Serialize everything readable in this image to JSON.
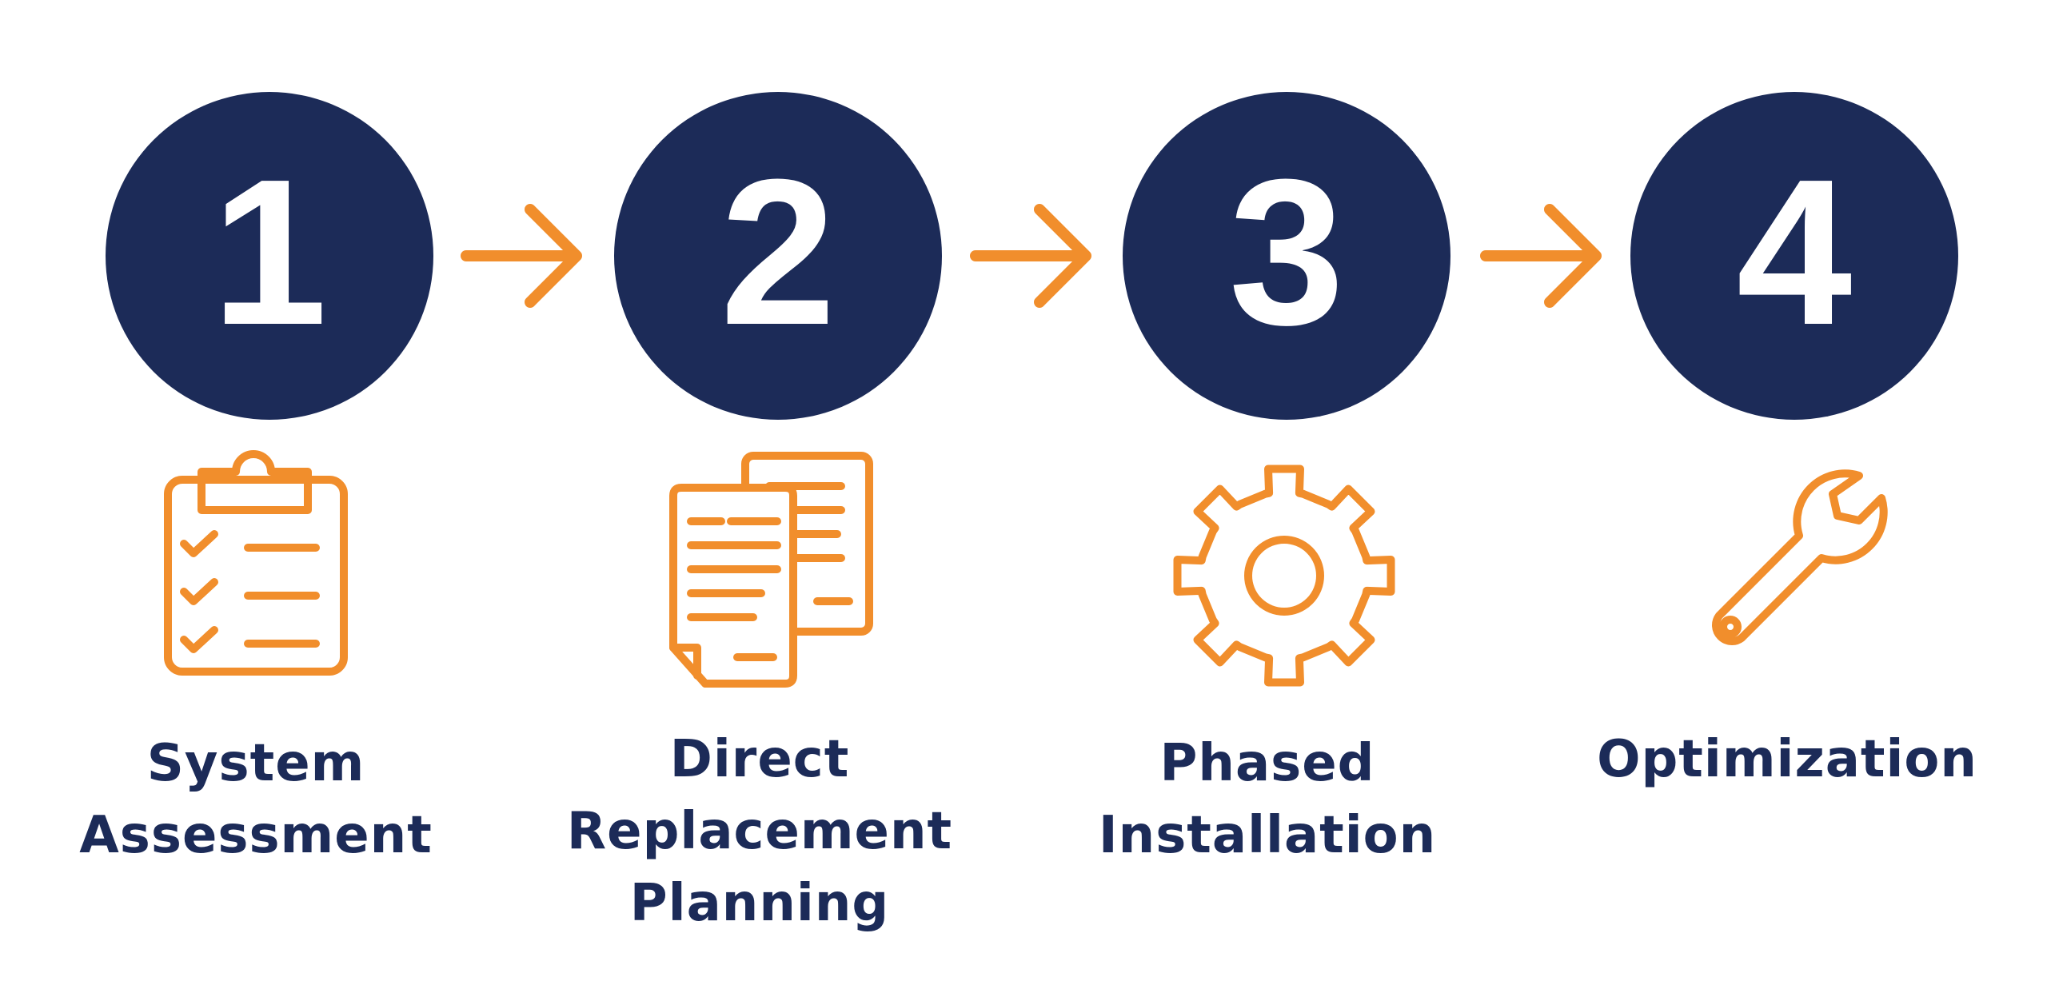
{
  "colors": {
    "navy": "#1c2b58",
    "orange": "#f18e2c",
    "background": "#ffffff"
  },
  "steps": [
    {
      "number": "1",
      "label_lines": [
        "System",
        "Assessment"
      ],
      "icon": "clipboard-checklist-icon"
    },
    {
      "number": "2",
      "label_lines": [
        "Direct",
        "Replacement",
        "Planning"
      ],
      "icon": "documents-icon"
    },
    {
      "number": "3",
      "label_lines": [
        "Phased",
        "Installation"
      ],
      "icon": "gear-icon"
    },
    {
      "number": "4",
      "label_lines": [
        "Optimization"
      ],
      "icon": "wrench-icon"
    }
  ],
  "connectors": [
    "arrow-right-icon",
    "arrow-right-icon",
    "arrow-right-icon"
  ]
}
